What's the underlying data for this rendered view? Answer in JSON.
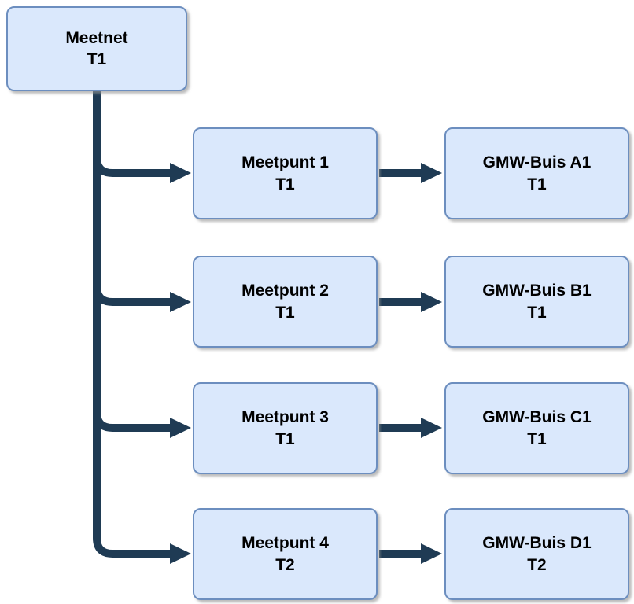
{
  "diagram": {
    "root": {
      "line1": "Meetnet",
      "line2": "T1"
    },
    "rows": [
      {
        "mid": {
          "line1": "Meetpunt 1",
          "line2": "T1"
        },
        "right": {
          "line1": "GMW-Buis A1",
          "line2": "T1"
        }
      },
      {
        "mid": {
          "line1": "Meetpunt 2",
          "line2": "T1"
        },
        "right": {
          "line1": "GMW-Buis B1",
          "line2": "T1"
        }
      },
      {
        "mid": {
          "line1": "Meetpunt 3",
          "line2": "T1"
        },
        "right": {
          "line1": "GMW-Buis C1",
          "line2": "T1"
        }
      },
      {
        "mid": {
          "line1": "Meetpunt 4",
          "line2": "T2"
        },
        "right": {
          "line1": "GMW-Buis D1",
          "line2": "T2"
        }
      }
    ]
  },
  "colors": {
    "node_fill": "#dae8fc",
    "node_border": "#6c8ebf",
    "arrow": "#1f3b54",
    "text": "#000000",
    "bg": "#ffffff"
  }
}
